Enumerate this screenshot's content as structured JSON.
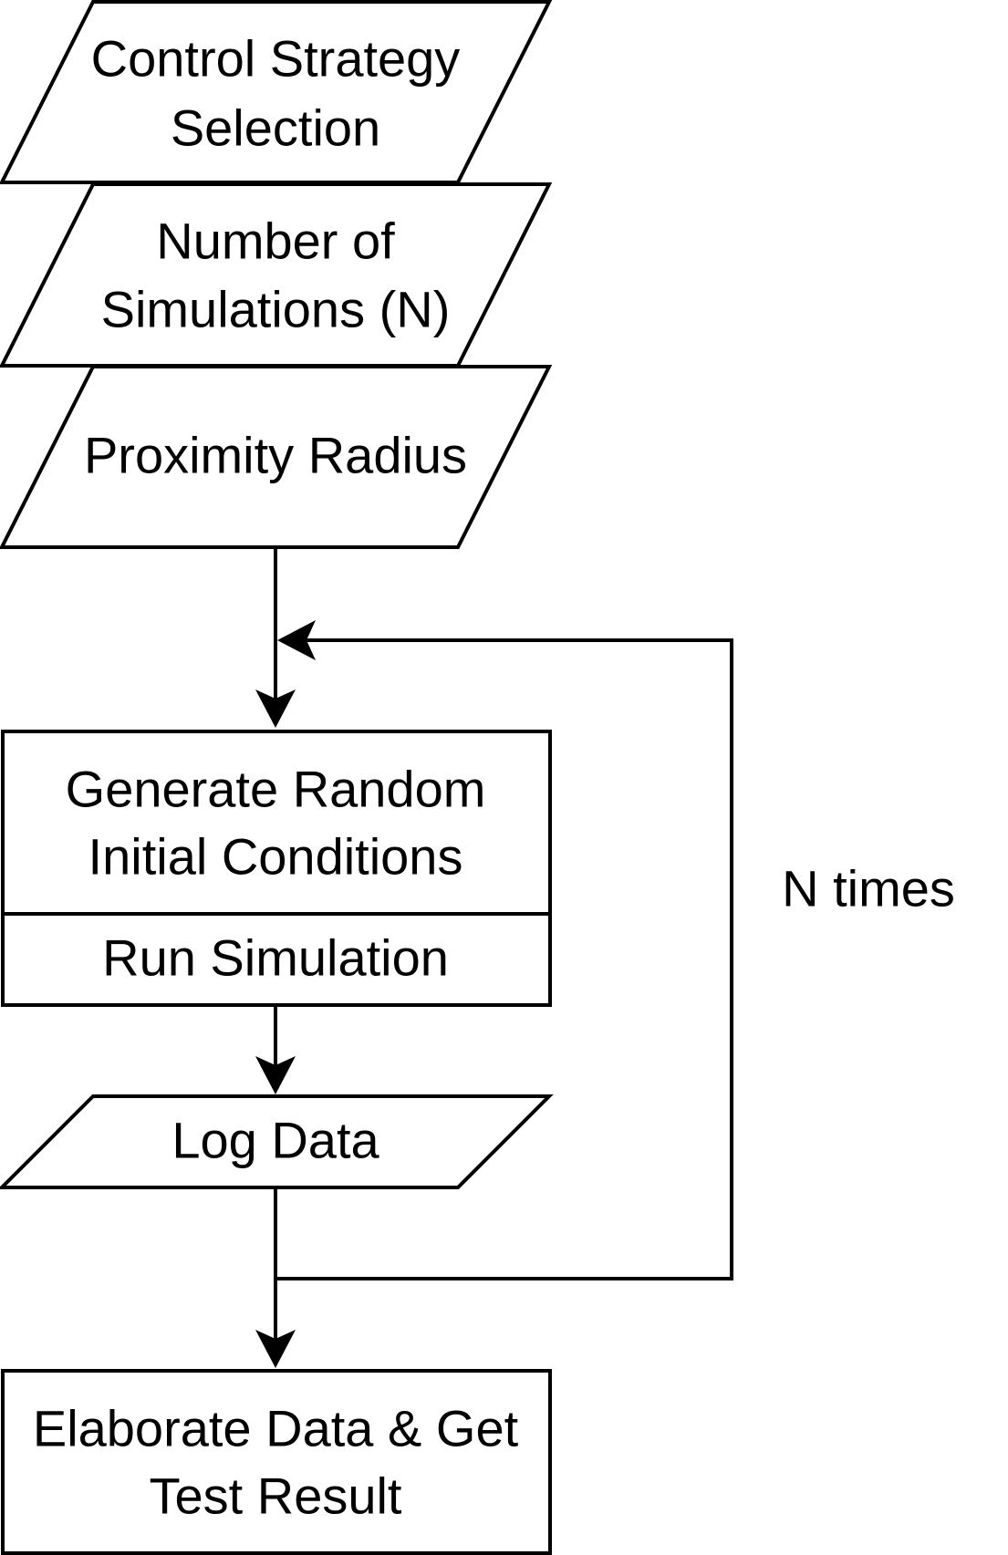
{
  "nodes": {
    "control_strategy": {
      "lines": [
        "Control Strategy",
        "Selection"
      ]
    },
    "num_simulations": {
      "lines": [
        "Number of",
        "Simulations (N)"
      ]
    },
    "proximity_radius": {
      "lines": [
        "Proximity Radius"
      ]
    },
    "generate_conditions": {
      "lines": [
        "Generate Random",
        "Initial Conditions"
      ]
    },
    "run_simulation": {
      "lines": [
        "Run Simulation"
      ]
    },
    "log_data": {
      "lines": [
        "Log Data"
      ]
    },
    "elaborate_data": {
      "lines": [
        "Elaborate Data & Get",
        "Test Result"
      ]
    }
  },
  "loop": {
    "label": "N times"
  },
  "colors": {
    "stroke": "#000000",
    "fill": "#ffffff",
    "text": "#000000"
  }
}
